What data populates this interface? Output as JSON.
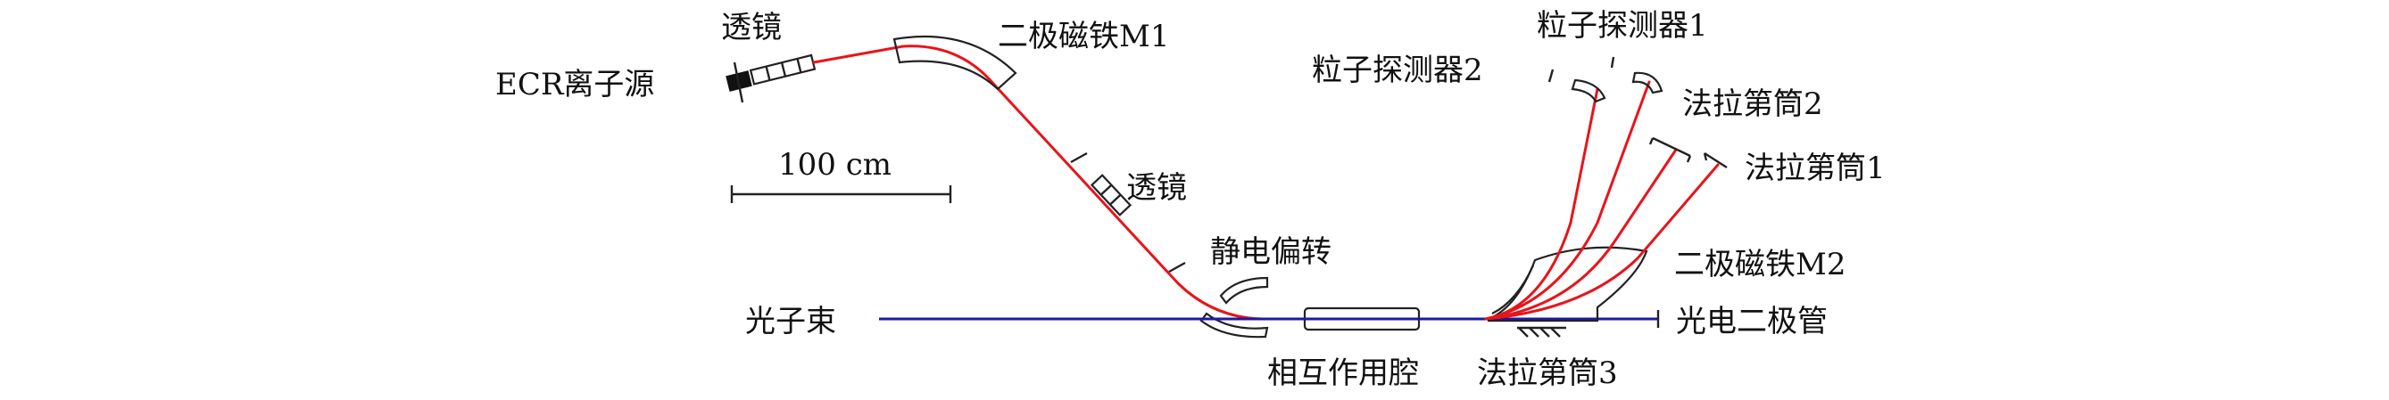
{
  "labels": {
    "ecr_source": "ECR离子源",
    "lens_1": "透镜",
    "dipole_m1": "二极磁铁M1",
    "scale_bar": "100 cm",
    "lens_2": "透镜",
    "electrostatic_deflector": "静电偏转",
    "photon_beam": "光子束",
    "interaction_chamber": "相互作用腔",
    "faraday_cup_3": "法拉第筒3",
    "dipole_m2": "二极磁铁M2",
    "photodiode": "光电二极管",
    "particle_detector_2": "粒子探测器2",
    "particle_detector_1": "粒子探测器1",
    "faraday_cup_2": "法拉第筒2",
    "faraday_cup_1": "法拉第筒1"
  },
  "colors": {
    "ion_beam": "#e8141a",
    "photon_beam": "#1a1aa8",
    "outline": "#222222"
  }
}
